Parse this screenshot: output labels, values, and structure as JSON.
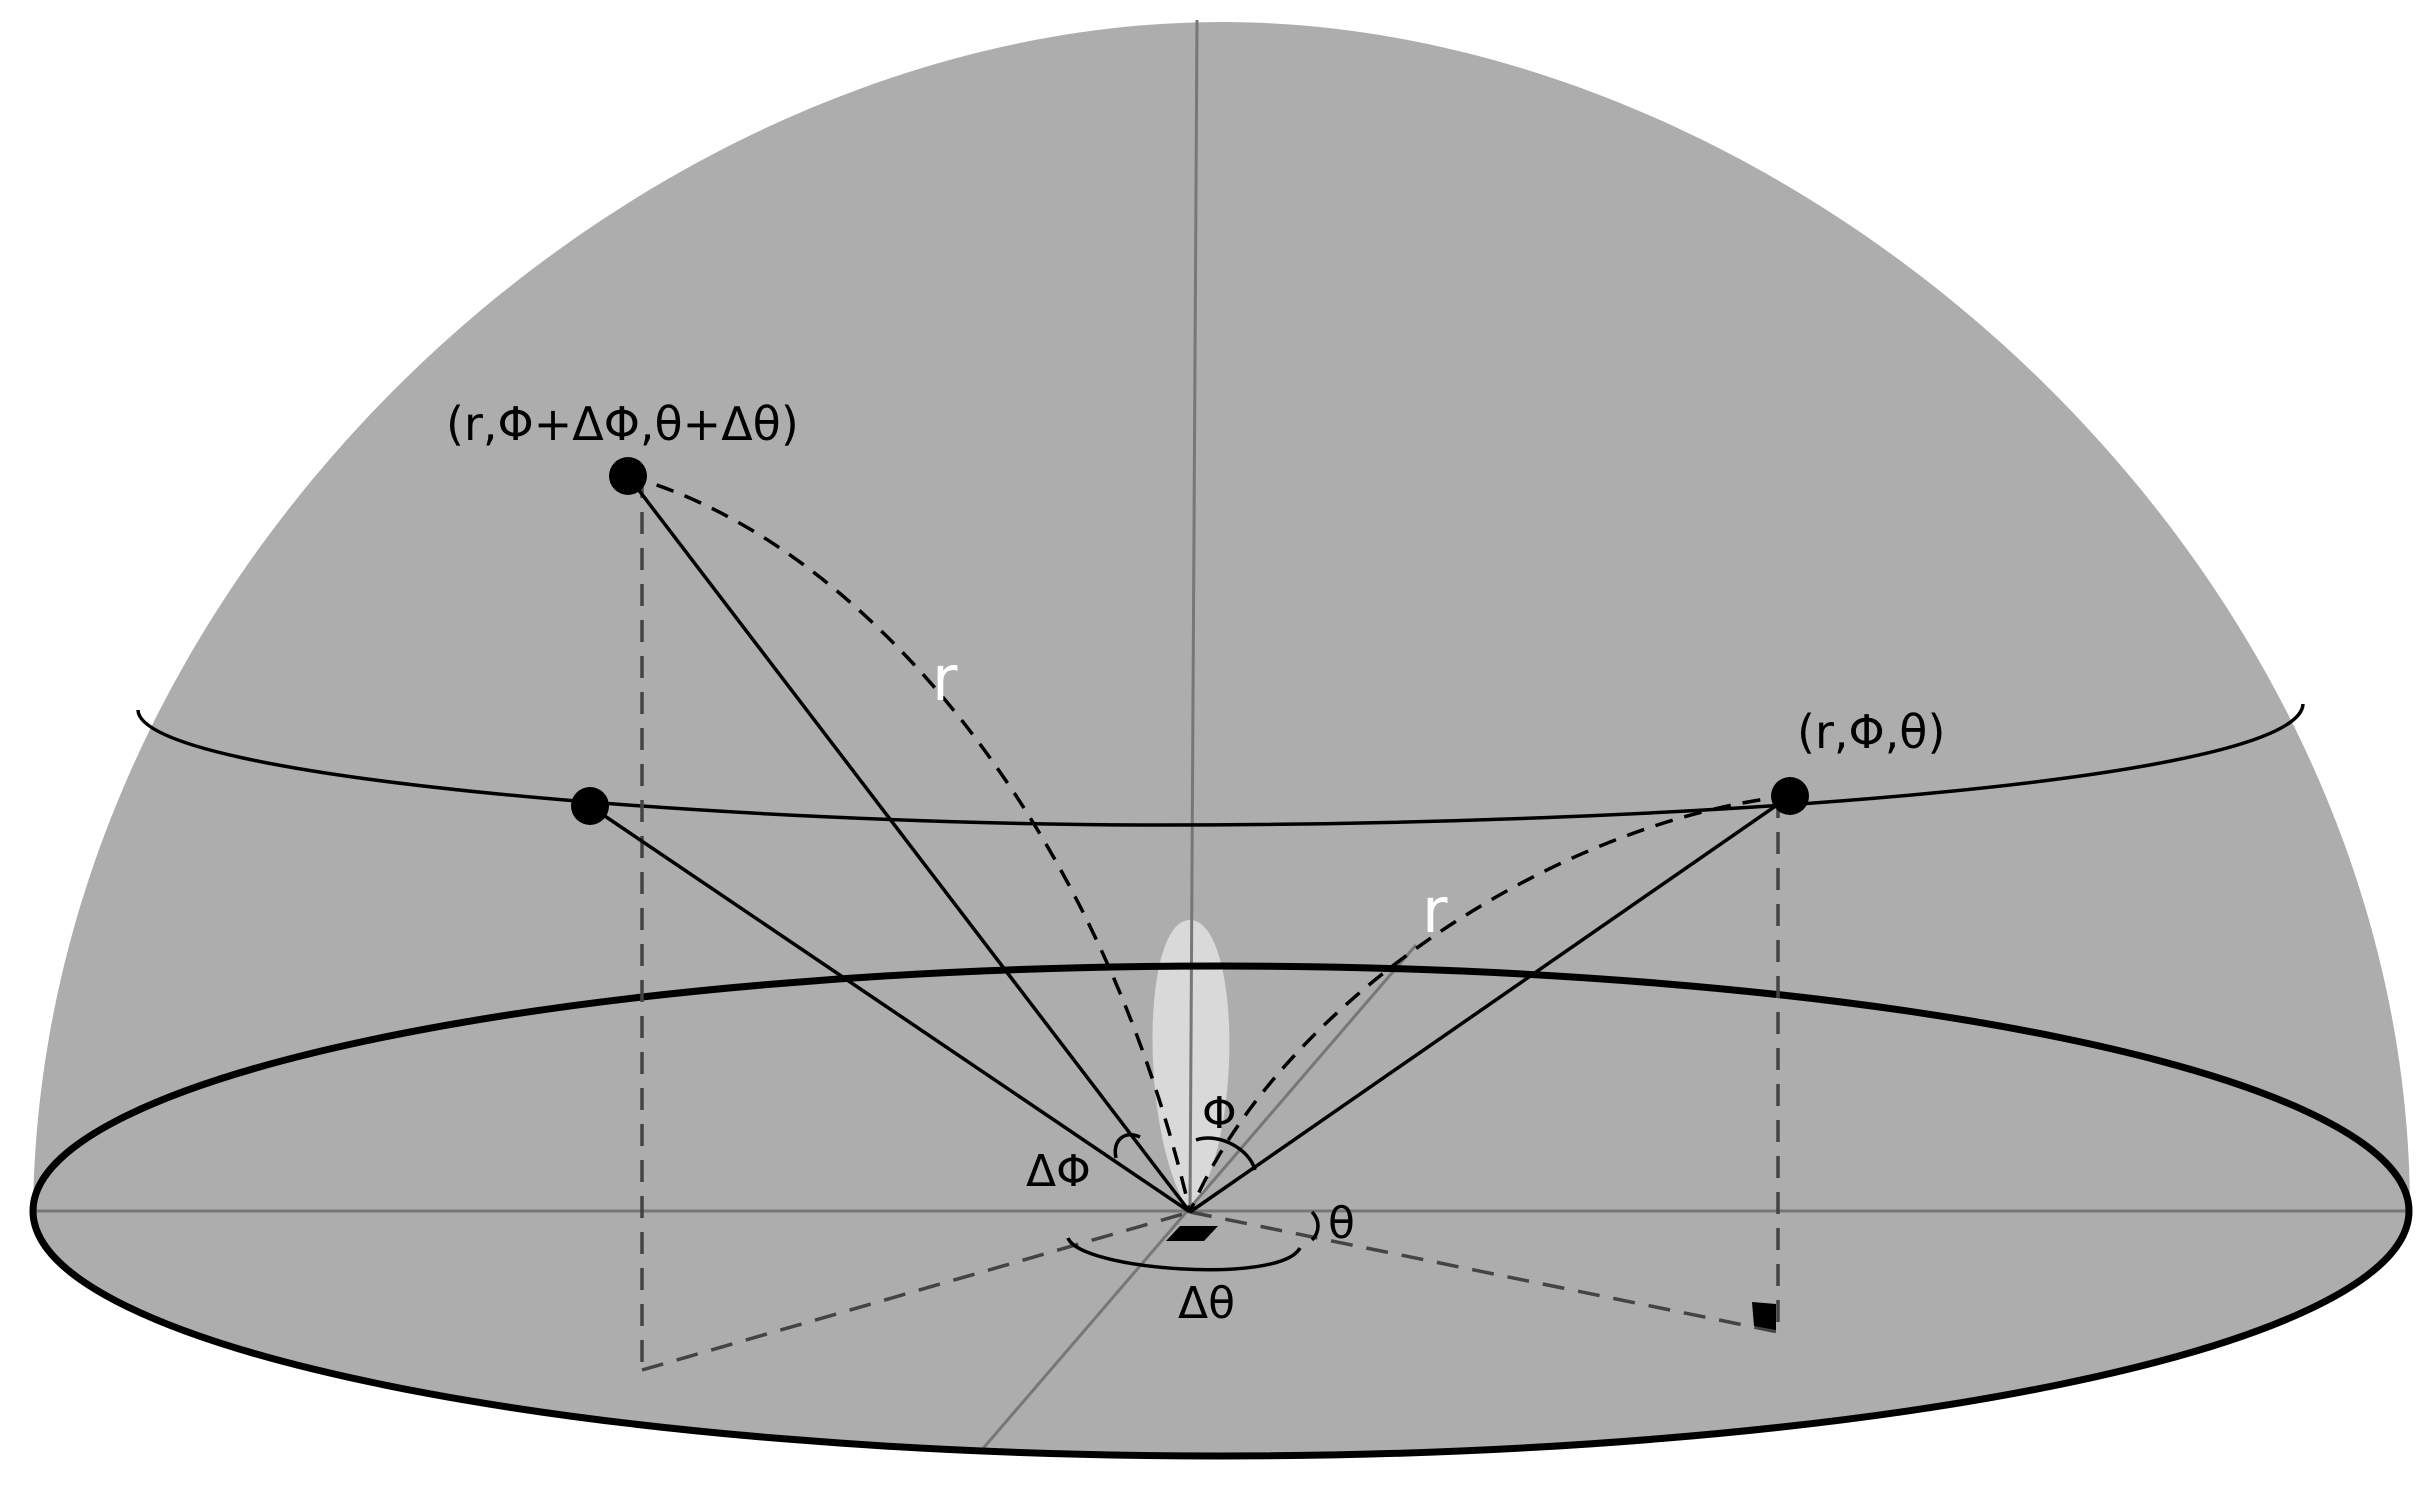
{
  "colors": {
    "dome": "#adadad",
    "lobe": "#d9d9d9",
    "axis": "#777777",
    "outline": "#000000",
    "dashed": "#444444",
    "r_label": "#ffffff"
  },
  "labels": {
    "point_upper": "(r,Φ+ΔΦ,θ+Δθ)",
    "point_right": "(r,Φ,θ)",
    "r_left": "r",
    "r_right": "r",
    "phi": "Φ",
    "delta_phi": "ΔΦ",
    "theta": "θ",
    "delta_theta": "Δθ"
  }
}
